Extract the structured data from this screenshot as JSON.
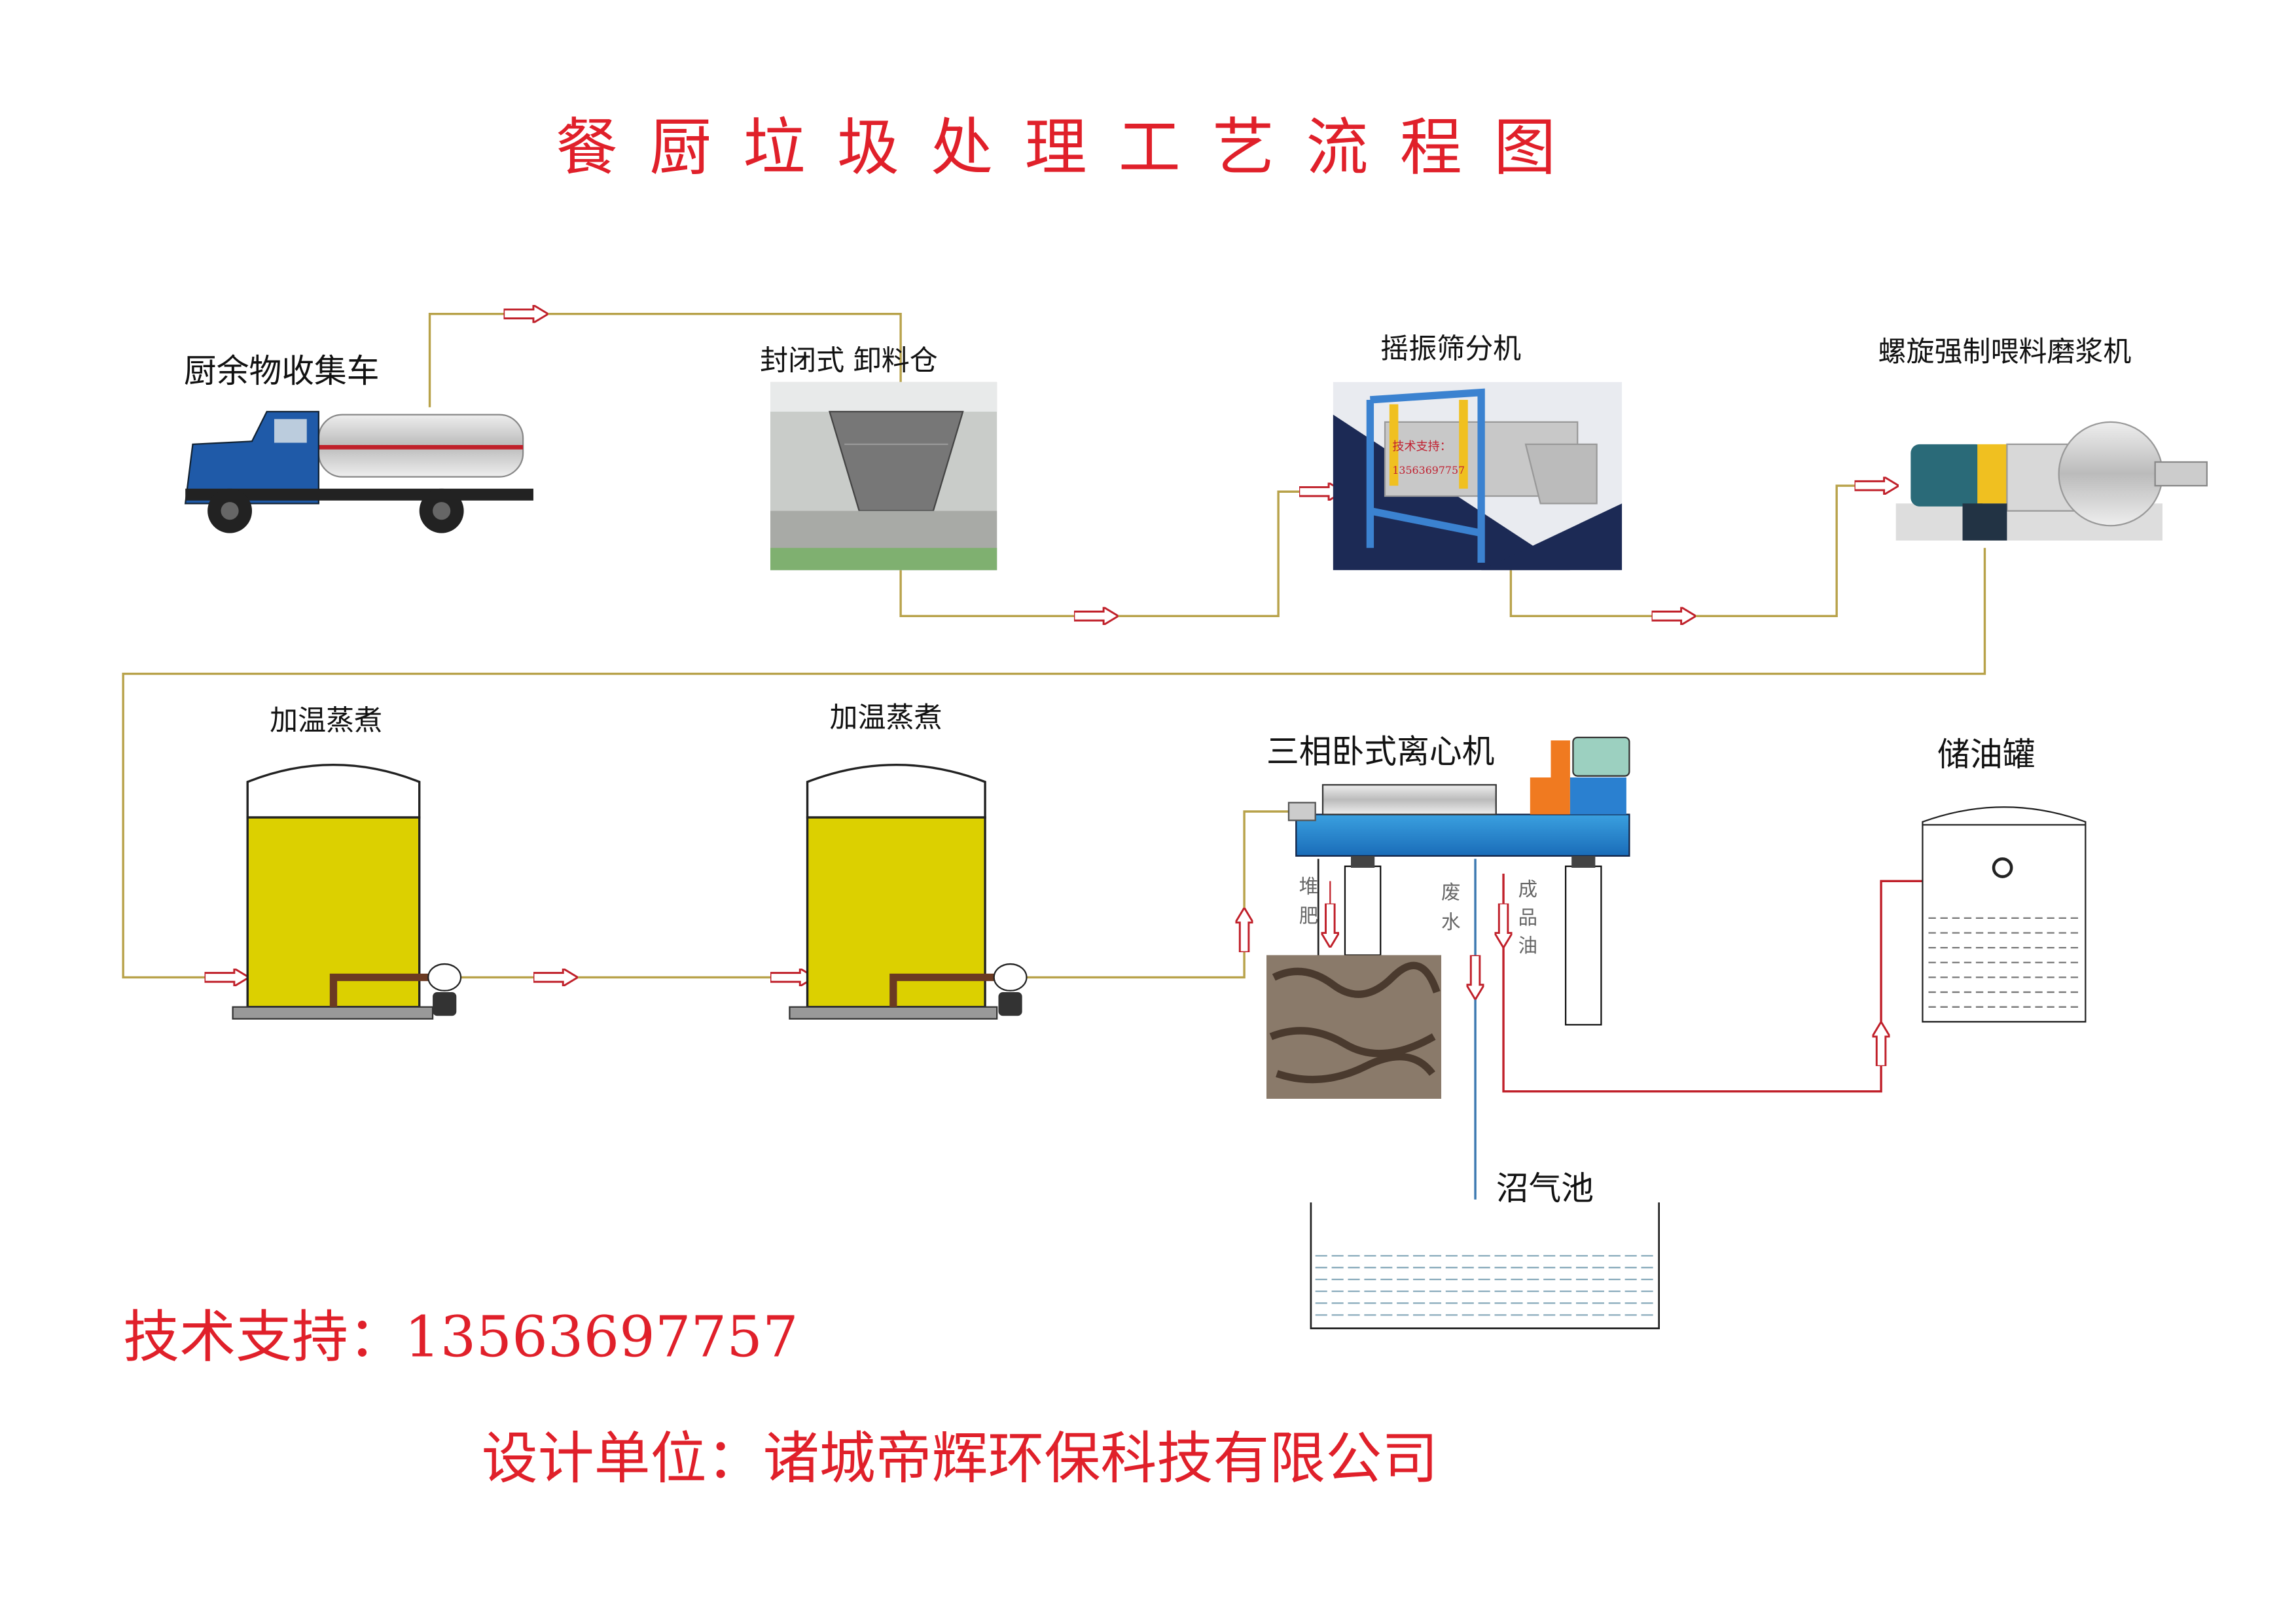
{
  "title": "餐 厨 垃 圾 处 理 工 艺 流 程 图",
  "equipment": {
    "truck": "厨余物收集车",
    "hopper": "封闭式 卸料仓",
    "sifter": "摇振筛分机",
    "grinder": "螺旋强制喂料磨浆机",
    "heater1": "加温蒸煮",
    "heater2": "加温蒸煮",
    "centrifuge": "三相卧式离心机",
    "oil_tank": "储油罐",
    "biogas_pool": "沼气池"
  },
  "outputs": {
    "compost": [
      "堆",
      "肥"
    ],
    "wastewater": [
      "废",
      "水"
    ],
    "oil": [
      "成",
      "品",
      "油"
    ]
  },
  "watermark": {
    "label": "技术支持：",
    "phone": "13563697757"
  },
  "footer": {
    "support": "技术支持：13563697757",
    "designer": "设计单位：诸城帝辉环保科技有限公司"
  },
  "colors": {
    "title": "#e0202a",
    "pipe": "#b8a24a",
    "tank": "#dcd000",
    "oil_line": "#c0202a",
    "water_line": "#3a78b0"
  }
}
